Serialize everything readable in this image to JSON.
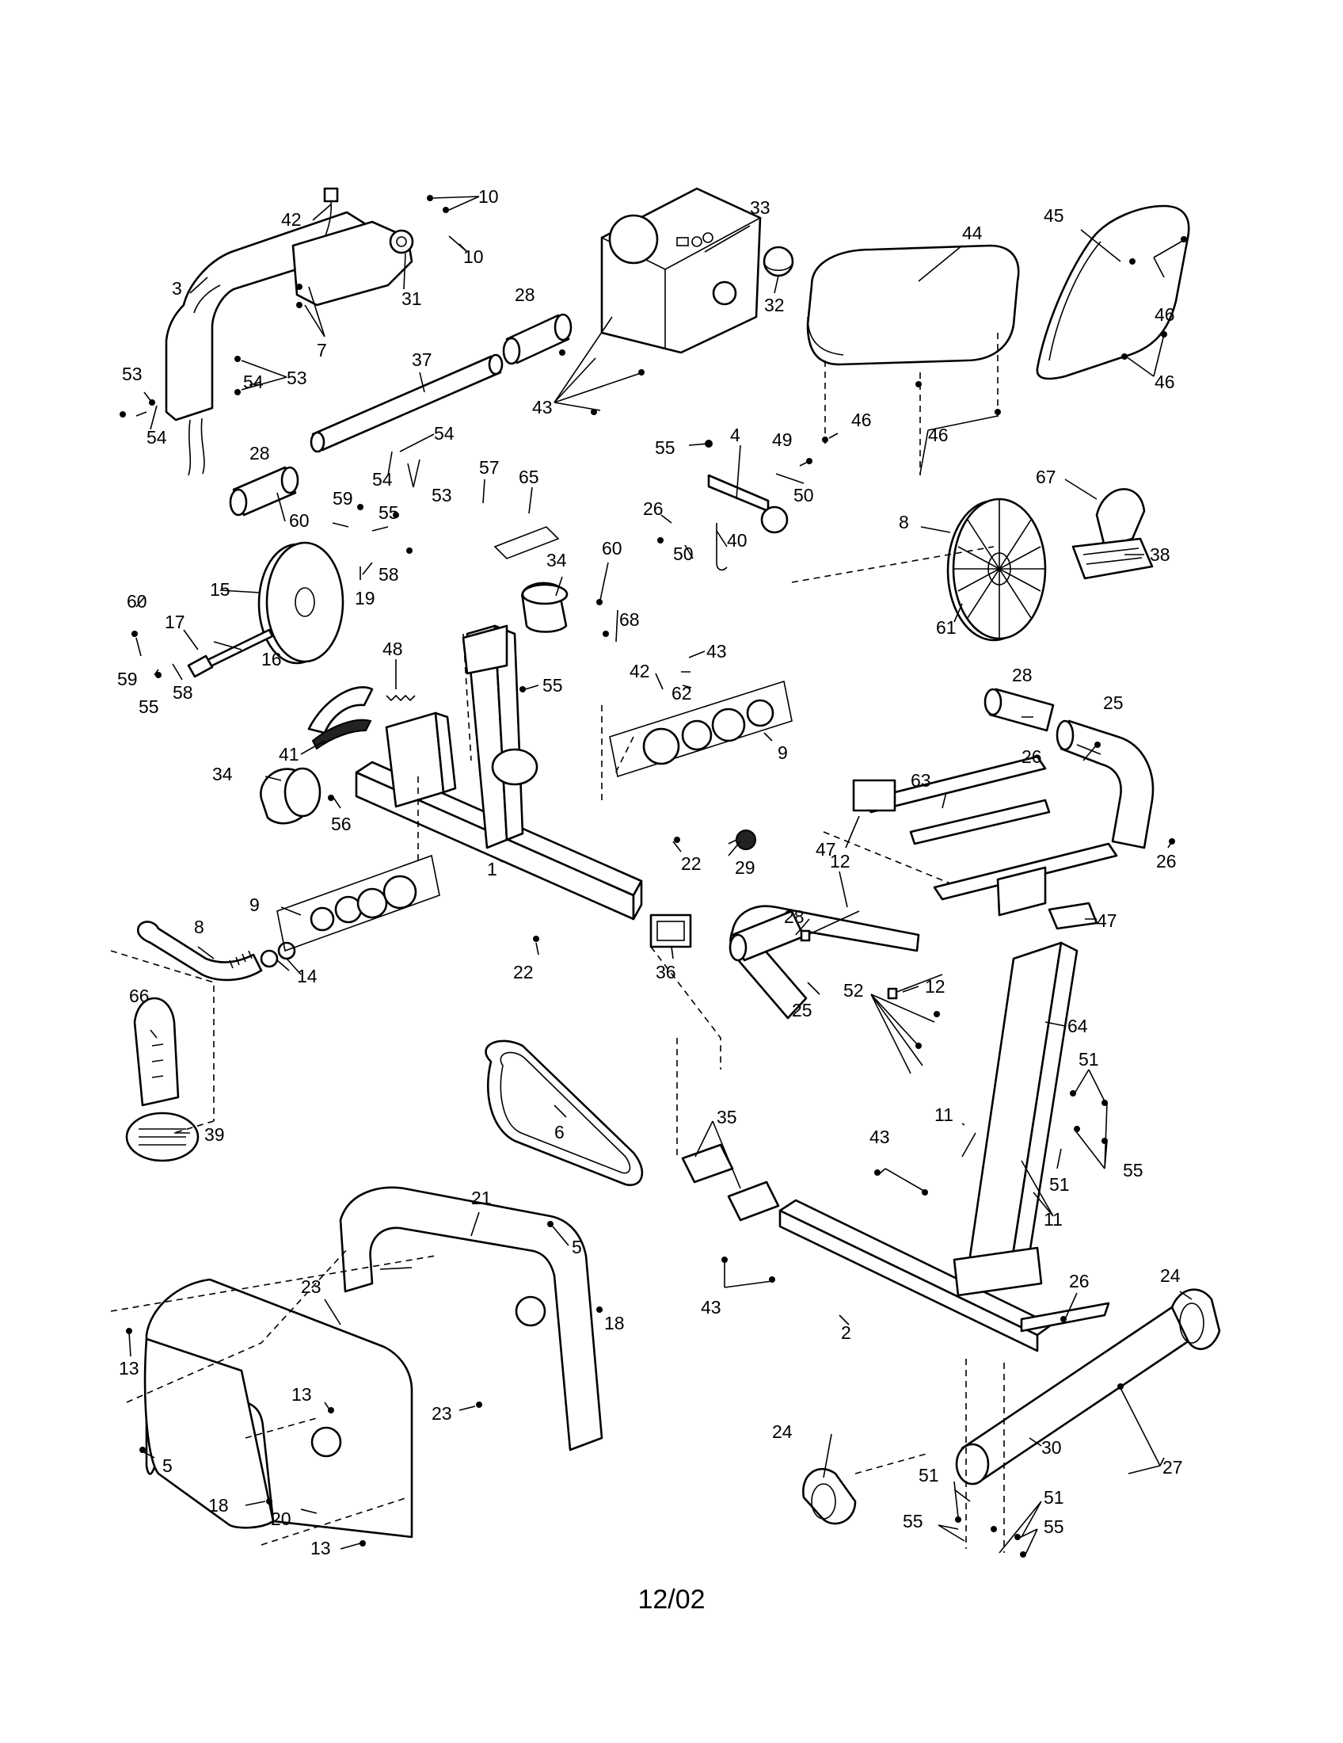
{
  "diagram": {
    "callouts": [
      {
        "id": "c10a",
        "label": "10"
      },
      {
        "id": "c10b",
        "label": "10"
      },
      {
        "id": "c42a",
        "label": "42"
      },
      {
        "id": "c3",
        "label": "3"
      },
      {
        "id": "c31",
        "label": "31"
      },
      {
        "id": "c7",
        "label": "7"
      },
      {
        "id": "c53a",
        "label": "53"
      },
      {
        "id": "c53b",
        "label": "53"
      },
      {
        "id": "c54a",
        "label": "54"
      },
      {
        "id": "c54b",
        "label": "54"
      },
      {
        "id": "c28a",
        "label": "28"
      },
      {
        "id": "c37",
        "label": "37"
      },
      {
        "id": "c54c",
        "label": "54"
      },
      {
        "id": "c54d",
        "label": "54"
      },
      {
        "id": "c53c",
        "label": "53"
      },
      {
        "id": "c28b",
        "label": "28"
      },
      {
        "id": "c33",
        "label": "33"
      },
      {
        "id": "c32",
        "label": "32"
      },
      {
        "id": "c43a",
        "label": "43"
      },
      {
        "id": "c44",
        "label": "44"
      },
      {
        "id": "c45",
        "label": "45"
      },
      {
        "id": "c46a",
        "label": "46"
      },
      {
        "id": "c46b",
        "label": "46"
      },
      {
        "id": "c46c",
        "label": "46"
      },
      {
        "id": "c46d",
        "label": "46"
      },
      {
        "id": "c55a",
        "label": "55"
      },
      {
        "id": "c4",
        "label": "4"
      },
      {
        "id": "c49",
        "label": "49"
      },
      {
        "id": "c50a",
        "label": "50"
      },
      {
        "id": "c26a",
        "label": "26"
      },
      {
        "id": "c50b",
        "label": "50"
      },
      {
        "id": "c40",
        "label": "40"
      },
      {
        "id": "c67",
        "label": "67"
      },
      {
        "id": "c38",
        "label": "38"
      },
      {
        "id": "c8a",
        "label": "8"
      },
      {
        "id": "c61",
        "label": "61"
      },
      {
        "id": "c57",
        "label": "57"
      },
      {
        "id": "c65",
        "label": "65"
      },
      {
        "id": "c60a",
        "label": "60"
      },
      {
        "id": "c59a",
        "label": "59"
      },
      {
        "id": "c55b",
        "label": "55"
      },
      {
        "id": "c58a",
        "label": "58"
      },
      {
        "id": "c19",
        "label": "19"
      },
      {
        "id": "c15",
        "label": "15"
      },
      {
        "id": "c60b",
        "label": "60"
      },
      {
        "id": "c17",
        "label": "17"
      },
      {
        "id": "c16",
        "label": "16"
      },
      {
        "id": "c59b",
        "label": "59"
      },
      {
        "id": "c58b",
        "label": "58"
      },
      {
        "id": "c55c",
        "label": "55"
      },
      {
        "id": "c34a",
        "label": "34"
      },
      {
        "id": "c60c",
        "label": "60"
      },
      {
        "id": "c68",
        "label": "68"
      },
      {
        "id": "c48",
        "label": "48"
      },
      {
        "id": "c55d",
        "label": "55"
      },
      {
        "id": "c42b",
        "label": "42"
      },
      {
        "id": "c62",
        "label": "62"
      },
      {
        "id": "c43b",
        "label": "43"
      },
      {
        "id": "c9a",
        "label": "9"
      },
      {
        "id": "c41",
        "label": "41"
      },
      {
        "id": "c34b",
        "label": "34"
      },
      {
        "id": "c56",
        "label": "56"
      },
      {
        "id": "c28c",
        "label": "28"
      },
      {
        "id": "c25a",
        "label": "25"
      },
      {
        "id": "c26b",
        "label": "26"
      },
      {
        "id": "c63",
        "label": "63"
      },
      {
        "id": "c47a",
        "label": "47"
      },
      {
        "id": "c26c",
        "label": "26"
      },
      {
        "id": "c1",
        "label": "1"
      },
      {
        "id": "c22a",
        "label": "22"
      },
      {
        "id": "c29",
        "label": "29"
      },
      {
        "id": "c9b",
        "label": "9"
      },
      {
        "id": "c12a",
        "label": "12"
      },
      {
        "id": "c28d",
        "label": "28"
      },
      {
        "id": "c47b",
        "label": "47"
      },
      {
        "id": "c8b",
        "label": "8"
      },
      {
        "id": "c14",
        "label": "14"
      },
      {
        "id": "c22b",
        "label": "22"
      },
      {
        "id": "c36",
        "label": "36"
      },
      {
        "id": "c25b",
        "label": "25"
      },
      {
        "id": "c12b",
        "label": "12"
      },
      {
        "id": "c52",
        "label": "52"
      },
      {
        "id": "c64",
        "label": "64"
      },
      {
        "id": "c66",
        "label": "66"
      },
      {
        "id": "c39",
        "label": "39"
      },
      {
        "id": "c6",
        "label": "6"
      },
      {
        "id": "c51a",
        "label": "51"
      },
      {
        "id": "c11a",
        "label": "11"
      },
      {
        "id": "c35",
        "label": "35"
      },
      {
        "id": "c43c",
        "label": "43"
      },
      {
        "id": "c55e",
        "label": "55"
      },
      {
        "id": "c51b",
        "label": "51"
      },
      {
        "id": "c11b",
        "label": "11"
      },
      {
        "id": "c21",
        "label": "21"
      },
      {
        "id": "c5a",
        "label": "5"
      },
      {
        "id": "c23a",
        "label": "23"
      },
      {
        "id": "c18a",
        "label": "18"
      },
      {
        "id": "c43d",
        "label": "43"
      },
      {
        "id": "c26d",
        "label": "26"
      },
      {
        "id": "c24a",
        "label": "24"
      },
      {
        "id": "c2",
        "label": "2"
      },
      {
        "id": "c13a",
        "label": "13"
      },
      {
        "id": "c13b",
        "label": "13"
      },
      {
        "id": "c23b",
        "label": "23"
      },
      {
        "id": "c5b",
        "label": "5"
      },
      {
        "id": "c18b",
        "label": "18"
      },
      {
        "id": "c20",
        "label": "20"
      },
      {
        "id": "c13c",
        "label": "13"
      },
      {
        "id": "c24b",
        "label": "24"
      },
      {
        "id": "c30",
        "label": "30"
      },
      {
        "id": "c51c",
        "label": "51"
      },
      {
        "id": "c55f",
        "label": "55"
      },
      {
        "id": "c51d",
        "label": "51"
      },
      {
        "id": "c55g",
        "label": "55"
      },
      {
        "id": "c27",
        "label": "27"
      }
    ]
  },
  "footer": {
    "date": "12/02"
  }
}
